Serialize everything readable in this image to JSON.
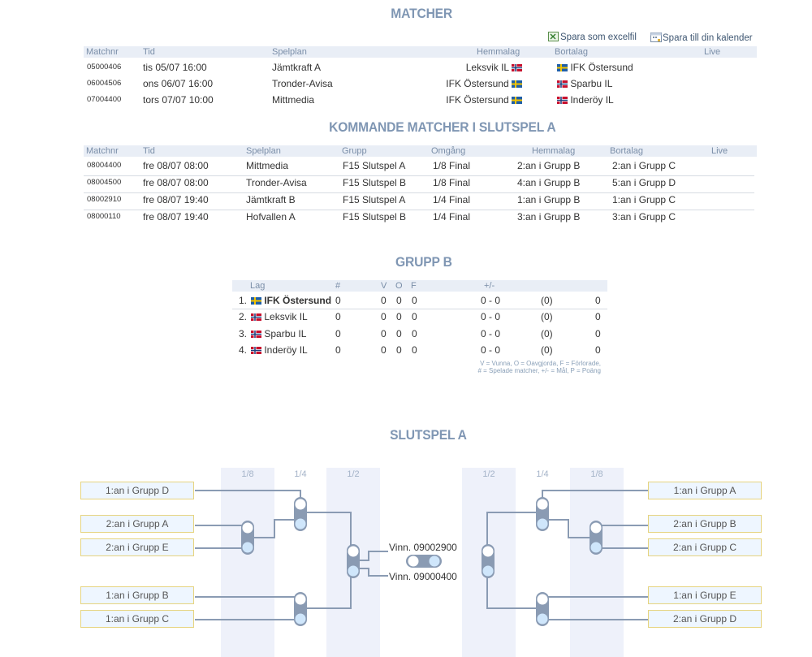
{
  "matcher": {
    "title": "MATCHER",
    "excel_link": "Spara som excelfil",
    "calendar_link": "Spara till din kalender",
    "headers": {
      "matchnr": "Matchnr",
      "tid": "Tid",
      "spelplan": "Spelplan",
      "hemmalag": "Hemmalag",
      "bortalag": "Bortalag",
      "live": "Live"
    },
    "rows": [
      {
        "nr": "05000406",
        "tid": "tis 05/07 16:00",
        "plan": "Jämtkraft A",
        "hem": "Leksvik IL",
        "hem_flag": "norway",
        "bort": "IFK Östersund",
        "bort_flag": "sweden"
      },
      {
        "nr": "06004506",
        "tid": "ons 06/07 16:00",
        "plan": "Tronder-Avisa",
        "hem": "IFK Östersund",
        "hem_flag": "sweden",
        "bort": "Sparbu IL",
        "bort_flag": "norway"
      },
      {
        "nr": "07004400",
        "tid": "tors 07/07 10:00",
        "plan": "Mittmedia",
        "hem": "IFK Östersund",
        "hem_flag": "sweden",
        "bort": "Inderöy IL",
        "bort_flag": "norway"
      }
    ]
  },
  "kommande": {
    "title": "KOMMANDE MATCHER I SLUTSPEL A",
    "headers": {
      "matchnr": "Matchnr",
      "tid": "Tid",
      "spelplan": "Spelplan",
      "grupp": "Grupp",
      "omgang": "Omgång",
      "hemmalag": "Hemmalag",
      "bortalag": "Bortalag",
      "live": "Live"
    },
    "rows": [
      {
        "nr": "08004400",
        "tid": "fre 08/07 08:00",
        "plan": "Mittmedia",
        "grupp": "F15 Slutspel A",
        "omg": "1/8 Final",
        "hem": "2:an i Grupp B",
        "bort": "2:an i Grupp C"
      },
      {
        "nr": "08004500",
        "tid": "fre 08/07 08:00",
        "plan": "Tronder-Avisa",
        "grupp": "F15 Slutspel B",
        "omg": "1/8 Final",
        "hem": "4:an i Grupp B",
        "bort": "5:an i Grupp D"
      },
      {
        "nr": "08002910",
        "tid": "fre 08/07 19:40",
        "plan": "Jämtkraft B",
        "grupp": "F15 Slutspel A",
        "omg": "1/4 Final",
        "hem": "1:an i Grupp B",
        "bort": "1:an i Grupp C"
      },
      {
        "nr": "08000110",
        "tid": "fre 08/07 19:40",
        "plan": "Hofvallen A",
        "grupp": "F15 Slutspel B",
        "omg": "1/4 Final",
        "hem": "3:an i Grupp B",
        "bort": "3:an i Grupp C"
      }
    ]
  },
  "grupp": {
    "title": "GRUPP B",
    "headers": {
      "lag": "Lag",
      "played": "#",
      "v": "V",
      "o": "O",
      "f": "F",
      "diff": "+/-"
    },
    "rows": [
      {
        "pos": "1.",
        "team": "IFK Östersund",
        "flag": "sweden",
        "played": "0",
        "v": "0",
        "o": "0",
        "f": "0",
        "goals": "0 - 0",
        "diff": "(0)",
        "points": "0",
        "bold": true
      },
      {
        "pos": "2.",
        "team": "Leksvik IL",
        "flag": "norway",
        "played": "0",
        "v": "0",
        "o": "0",
        "f": "0",
        "goals": "0 - 0",
        "diff": "(0)",
        "points": "0",
        "bold": false
      },
      {
        "pos": "3.",
        "team": "Sparbu IL",
        "flag": "norway",
        "played": "0",
        "v": "0",
        "o": "0",
        "f": "0",
        "goals": "0 - 0",
        "diff": "(0)",
        "points": "0",
        "bold": false
      },
      {
        "pos": "4.",
        "team": "Inderöy IL",
        "flag": "norway",
        "played": "0",
        "v": "0",
        "o": "0",
        "f": "0",
        "goals": "0 - 0",
        "diff": "(0)",
        "points": "0",
        "bold": false
      }
    ],
    "legend_line1": "V = Vunna, O = Oavgjorda, F = Förlorade,",
    "legend_line2": "# = Spelade matcher, +/- = Mål, P = Poäng"
  },
  "slutspel": {
    "title": "SLUTSPEL A",
    "round_labels": {
      "r8": "1/8",
      "r4": "1/4",
      "r2": "1/2"
    },
    "left_teams": [
      "1:an i Grupp D",
      "2:an i Grupp A",
      "2:an i Grupp E",
      "1:an i Grupp B",
      "1:an i Grupp C"
    ],
    "right_teams": [
      "1:an i Grupp A",
      "2:an i Grupp B",
      "2:an i Grupp C",
      "1:an i Grupp E",
      "2:an i Grupp D"
    ],
    "final_top": "Vinn. 09002900",
    "final_bottom": "Vinn. 09000400"
  },
  "colors": {
    "accent_title": "#7f96b3",
    "header_bg": "#e9eef6",
    "bracket_line": "#8a9bb3",
    "team_box_bg": "#eef6ff",
    "team_box_border": "#e6d480"
  }
}
